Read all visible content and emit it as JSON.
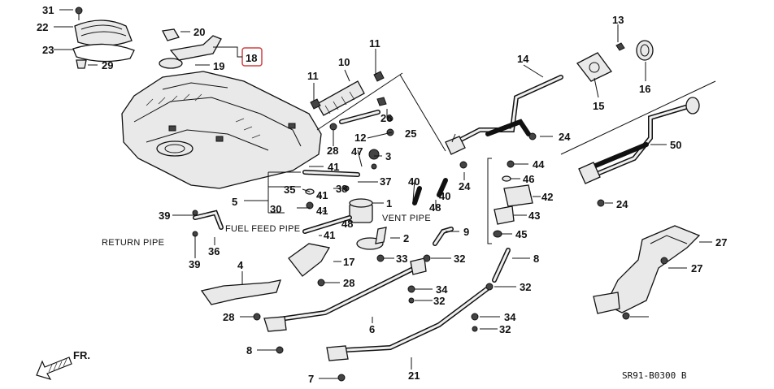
{
  "diagram": {
    "code": "SR91-B0300 B",
    "arrow_label": "FR.",
    "labels": {
      "return_pipe": "RETURN PIPE",
      "fuel_feed_pipe": "FUEL FEED PIPE",
      "vent_pipe": "VENT PIPE"
    },
    "callouts": [
      "31",
      "22",
      "23",
      "29",
      "20",
      "19",
      "18",
      "11",
      "10",
      "13",
      "14",
      "16",
      "15",
      "11",
      "26",
      "12",
      "25",
      "28",
      "3",
      "24",
      "24",
      "50",
      "47",
      "41",
      "37",
      "38",
      "35",
      "41",
      "1",
      "5",
      "30",
      "41",
      "48",
      "40",
      "40",
      "48",
      "24",
      "44",
      "46",
      "42",
      "43",
      "45",
      "39",
      "36",
      "41",
      "2",
      "9",
      "39",
      "4",
      "17",
      "33",
      "32",
      "28",
      "34",
      "32",
      "32",
      "28",
      "6",
      "34",
      "32",
      "8",
      "8",
      "7",
      "21",
      "27",
      "27"
    ]
  },
  "colors": {
    "ink": "#111111",
    "part_fill": "#e9e9e9",
    "highlight_box": "#d04040"
  }
}
